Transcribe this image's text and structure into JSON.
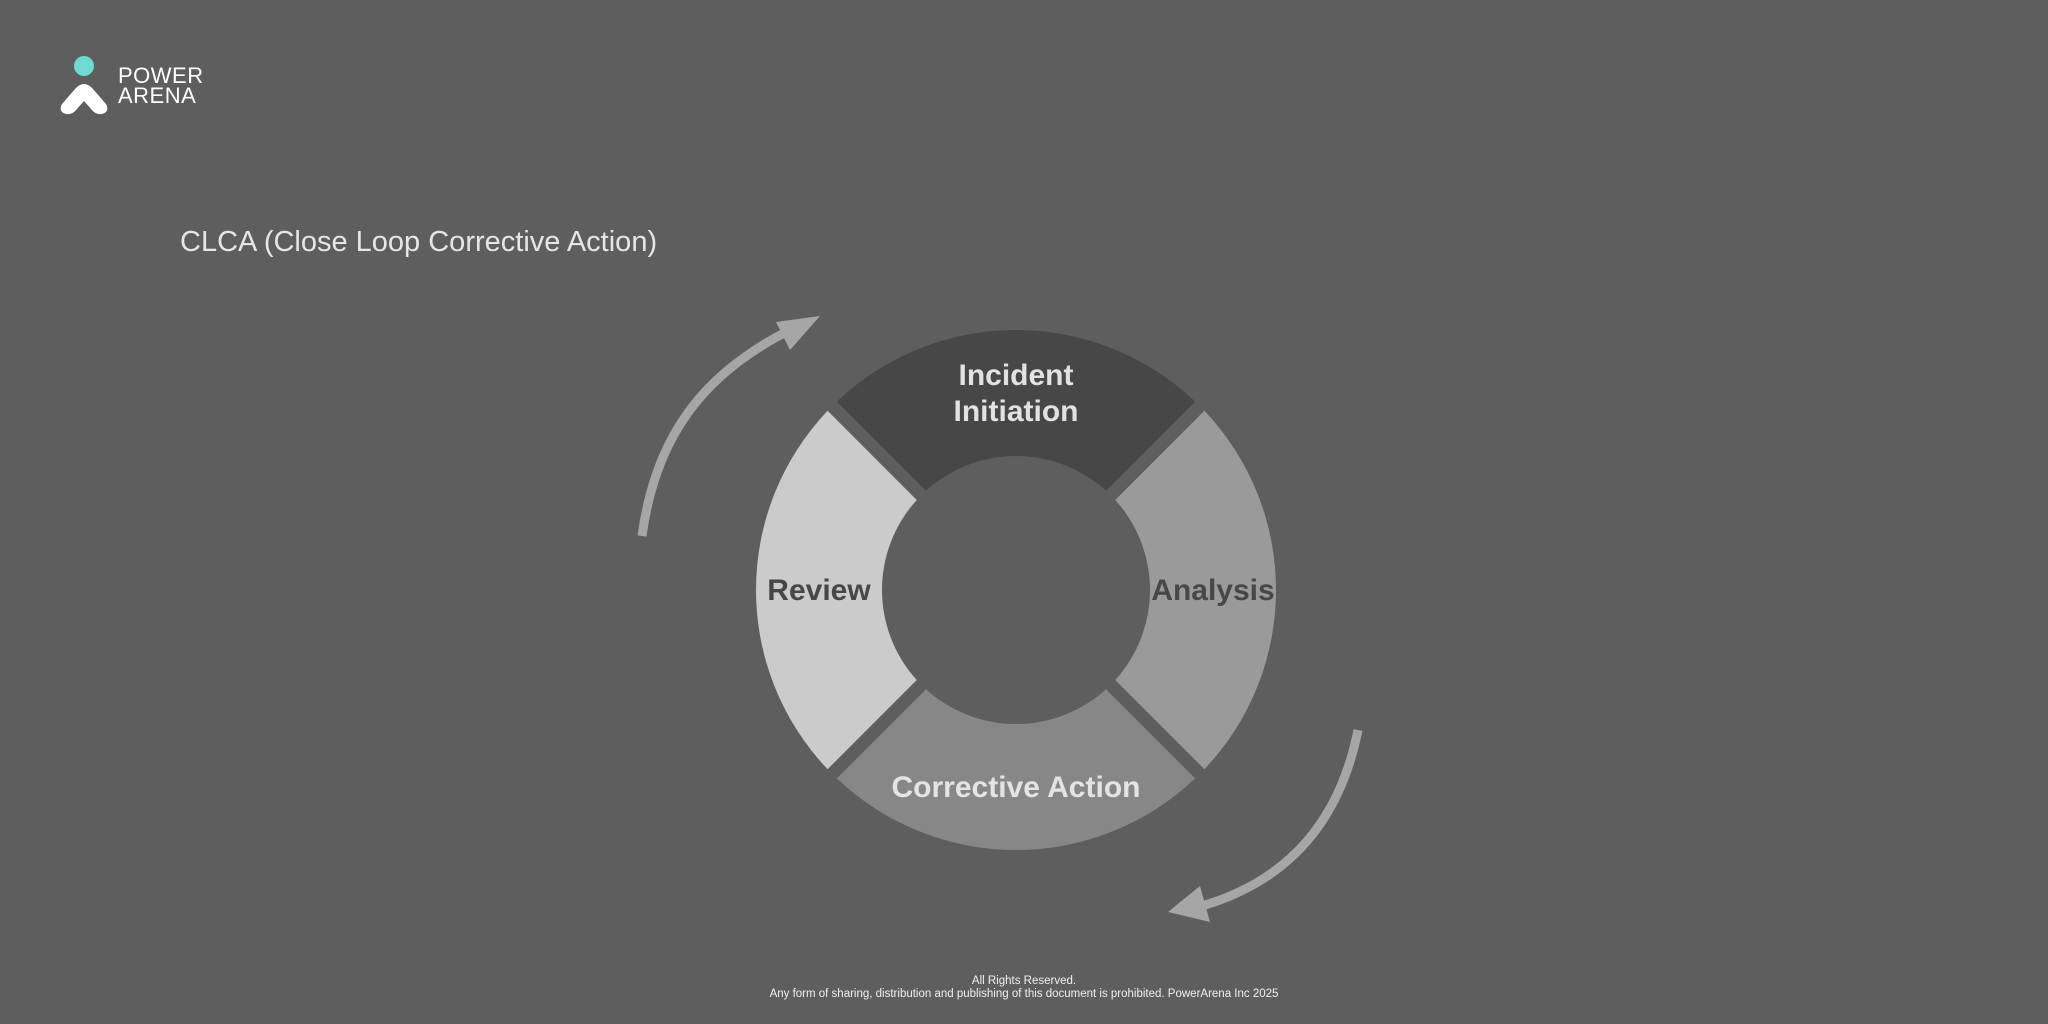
{
  "brand": {
    "line1": "POWER",
    "line2": "ARENA",
    "accent_color": "#6fd9d4"
  },
  "slide": {
    "title": "CLCA (Close Loop Corrective Action)"
  },
  "cycle": {
    "segments": [
      {
        "label_lines": [
          "Incident",
          "Initiation"
        ],
        "color": "#474747",
        "text_color": "#e2e2e2"
      },
      {
        "label_lines": [
          "Analysis"
        ],
        "color": "#9a9a9a",
        "text_color": "#474747"
      },
      {
        "label_lines": [
          "Corrective Action"
        ],
        "color": "#878787",
        "text_color": "#e4e4e4"
      },
      {
        "label_lines": [
          "Review"
        ],
        "color": "#cbcbcb",
        "text_color": "#474747"
      }
    ],
    "arrow_color": "#a6a6a6"
  },
  "footer": {
    "line1": "All Rights Reserved.",
    "line2": "Any form of sharing, distribution and publishing of this document is prohibited. PowerArena Inc 2025"
  }
}
